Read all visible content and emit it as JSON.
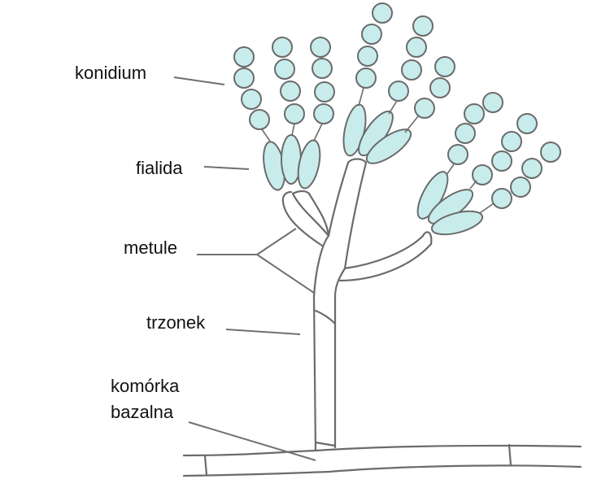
{
  "labels": {
    "konidium": "konidium",
    "fialida": "fialida",
    "metule": "metule",
    "trzonek": "trzonek",
    "komorka_line1": "komórka",
    "komorka_line2": "bazalna"
  },
  "colors": {
    "background": "#ffffff",
    "outline": "#6b6b6b",
    "cell_fill": "#c8ecec",
    "leader_line": "#707070",
    "text": "#111111"
  }
}
